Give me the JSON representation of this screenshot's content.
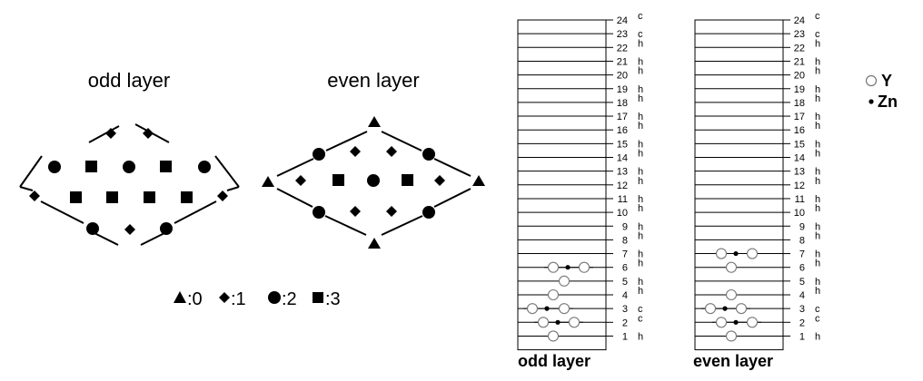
{
  "left_diagrams": [
    {
      "title": "odd layer"
    },
    {
      "title": "even layer"
    }
  ],
  "symbol_legend": [
    {
      "symbol": "triangle",
      "label": ":0"
    },
    {
      "symbol": "diamond",
      "label": ":1"
    },
    {
      "symbol": "circle",
      "label": ":2"
    },
    {
      "symbol": "square",
      "label": ":3"
    }
  ],
  "stacks": [
    {
      "caption": "odd layer",
      "rows": [
        {
          "num": "24",
          "type": "c"
        },
        {
          "num": "23",
          "type": "c"
        },
        {
          "num": "22",
          "type": "h"
        },
        {
          "num": "21",
          "type": "h"
        },
        {
          "num": "20",
          "type": "h"
        },
        {
          "num": "19",
          "type": "h"
        },
        {
          "num": "18",
          "type": "h"
        },
        {
          "num": "17",
          "type": "h"
        },
        {
          "num": "16",
          "type": "h"
        },
        {
          "num": "15",
          "type": "h"
        },
        {
          "num": "14",
          "type": "h"
        },
        {
          "num": "13",
          "type": "h"
        },
        {
          "num": "12",
          "type": "h"
        },
        {
          "num": "11",
          "type": "h"
        },
        {
          "num": "10",
          "type": "h"
        },
        {
          "num": "9",
          "type": "h"
        },
        {
          "num": "8",
          "type": "h"
        },
        {
          "num": "7",
          "type": "h"
        },
        {
          "num": "6",
          "type": "h"
        },
        {
          "num": "5",
          "type": "h"
        },
        {
          "num": "4",
          "type": "h"
        },
        {
          "num": "3",
          "type": "c"
        },
        {
          "num": "2",
          "type": "c"
        },
        {
          "num": "1",
          "type": "h"
        }
      ]
    },
    {
      "caption": "even layer",
      "rows": [
        {
          "num": "24",
          "type": "c"
        },
        {
          "num": "23",
          "type": "c"
        },
        {
          "num": "22",
          "type": "h"
        },
        {
          "num": "21",
          "type": "h"
        },
        {
          "num": "20",
          "type": "h"
        },
        {
          "num": "19",
          "type": "h"
        },
        {
          "num": "18",
          "type": "h"
        },
        {
          "num": "17",
          "type": "h"
        },
        {
          "num": "16",
          "type": "h"
        },
        {
          "num": "15",
          "type": "h"
        },
        {
          "num": "14",
          "type": "h"
        },
        {
          "num": "13",
          "type": "h"
        },
        {
          "num": "12",
          "type": "h"
        },
        {
          "num": "11",
          "type": "h"
        },
        {
          "num": "10",
          "type": "h"
        },
        {
          "num": "9",
          "type": "h"
        },
        {
          "num": "8",
          "type": "h"
        },
        {
          "num": "7",
          "type": "h"
        },
        {
          "num": "6",
          "type": "h"
        },
        {
          "num": "5",
          "type": "h"
        },
        {
          "num": "4",
          "type": "h"
        },
        {
          "num": "3",
          "type": "c"
        },
        {
          "num": "2",
          "type": "c"
        },
        {
          "num": "1",
          "type": "h"
        }
      ]
    }
  ],
  "atom_legend": [
    {
      "marker": "open-circle",
      "label": "Y"
    },
    {
      "marker": "filled-dot",
      "label": "Zn"
    }
  ]
}
